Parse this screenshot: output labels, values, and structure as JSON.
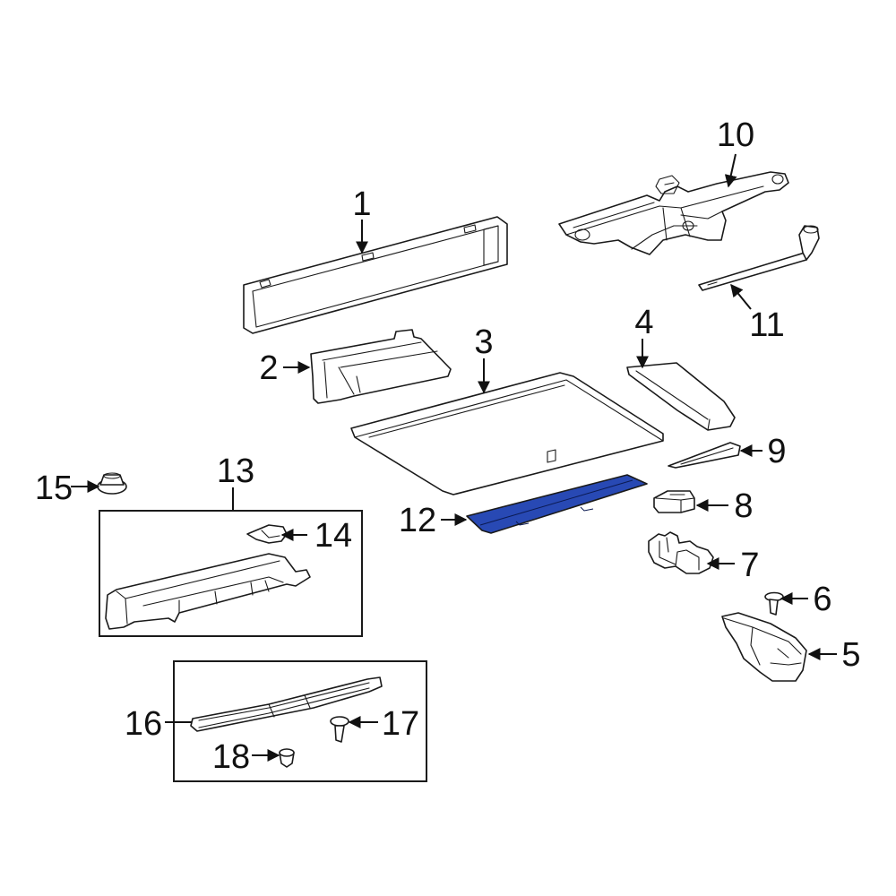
{
  "diagram": {
    "highlight_color": "#2849b4",
    "line_color": "#1a1a1a",
    "callouts": [
      {
        "id": "1",
        "label": "1"
      },
      {
        "id": "2",
        "label": "2"
      },
      {
        "id": "3",
        "label": "3"
      },
      {
        "id": "4",
        "label": "4"
      },
      {
        "id": "5",
        "label": "5"
      },
      {
        "id": "6",
        "label": "6"
      },
      {
        "id": "7",
        "label": "7"
      },
      {
        "id": "8",
        "label": "8"
      },
      {
        "id": "9",
        "label": "9"
      },
      {
        "id": "10",
        "label": "10"
      },
      {
        "id": "11",
        "label": "11"
      },
      {
        "id": "12",
        "label": "12",
        "highlighted": true
      },
      {
        "id": "13",
        "label": "13"
      },
      {
        "id": "14",
        "label": "14"
      },
      {
        "id": "15",
        "label": "15"
      },
      {
        "id": "16",
        "label": "16"
      },
      {
        "id": "17",
        "label": "17"
      },
      {
        "id": "18",
        "label": "18"
      }
    ]
  }
}
